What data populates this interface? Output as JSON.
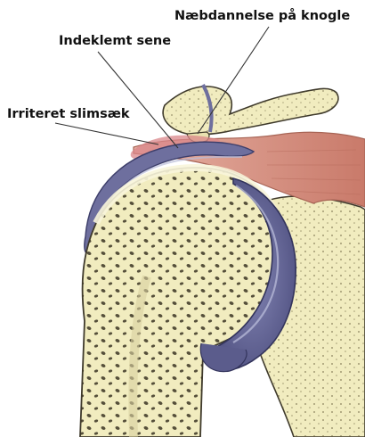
{
  "labels": {
    "bone_spur": "Næbdannelse på knogle",
    "impinged_tendon": "Indeklemt sene",
    "irritated_bursa": "Irriteret slimsæk"
  },
  "colors": {
    "background": "#ffffff",
    "bone": "#f1ecbf",
    "bone_outline": "#3f3a2c",
    "bone_pores": "#3a3323",
    "cartilage": "#6e6f9e",
    "cartilage_dark": "#4b4c7c",
    "cartilage_light": "#b9bcd9",
    "muscle": "#d99c8f",
    "muscle_dark": "#b86a5b",
    "leader_line": "#333333",
    "text": "#111111"
  }
}
